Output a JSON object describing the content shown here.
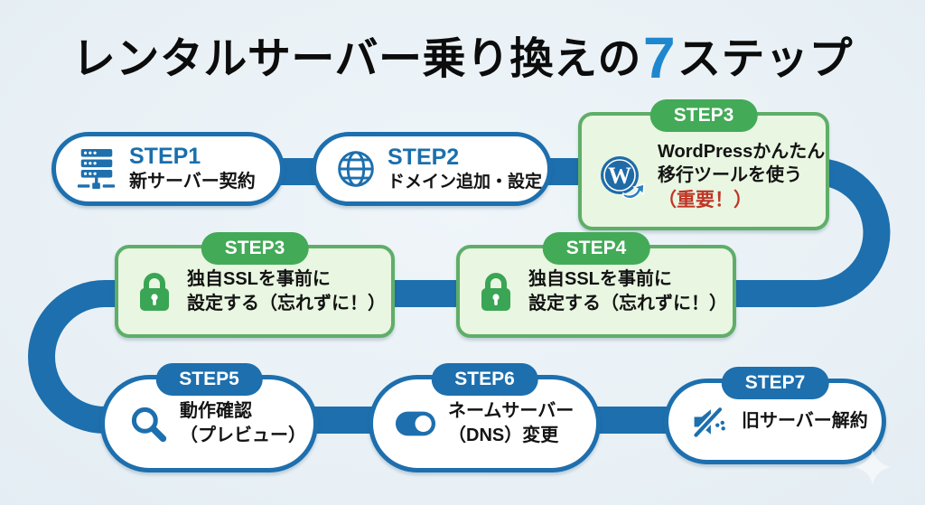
{
  "title": {
    "prefix": "レンタルサーバー乗り換えの",
    "number": "7",
    "suffix": "ステップ"
  },
  "colors": {
    "background": "#e9f1f6",
    "path_blue": "#1d6fae",
    "title_number_blue": "#1f87cd",
    "step_label_blue": "#1a6fad",
    "badge_green": "#43aa57",
    "green_box_border": "#5fae68",
    "green_box_fill": "#e9f6e1",
    "highlight_red": "#c03527",
    "text_black": "#131313"
  },
  "steps": [
    {
      "badge": "STEP1",
      "icon": "server-icon",
      "lines": [
        "新サーバー契約"
      ]
    },
    {
      "badge": "STEP2",
      "icon": "globe-icon",
      "lines": [
        "ドメイン追加・設定"
      ]
    },
    {
      "badge": "STEP3",
      "icon": "wordpress-icon",
      "lines": [
        "WordPressかんたん",
        "移行ツールを使う"
      ],
      "note": "（重要！）"
    },
    {
      "badge": "STEP3",
      "icon": "lock-icon",
      "lines": [
        "独自SSLを事前に",
        "設定する（忘れずに！）"
      ]
    },
    {
      "badge": "STEP4",
      "icon": "lock-icon",
      "lines": [
        "独自SSLを事前に",
        "設定する（忘れずに！）"
      ]
    },
    {
      "badge": "STEP5",
      "icon": "magnifier-icon",
      "lines": [
        "動作確認",
        "（プレビュー）"
      ]
    },
    {
      "badge": "STEP6",
      "icon": "toggle-icon",
      "lines": [
        "ネームサーバー",
        "（DNS）変更"
      ]
    },
    {
      "badge": "STEP7",
      "icon": "mute-speaker-icon",
      "lines": [
        "旧サーバー解約"
      ]
    }
  ]
}
